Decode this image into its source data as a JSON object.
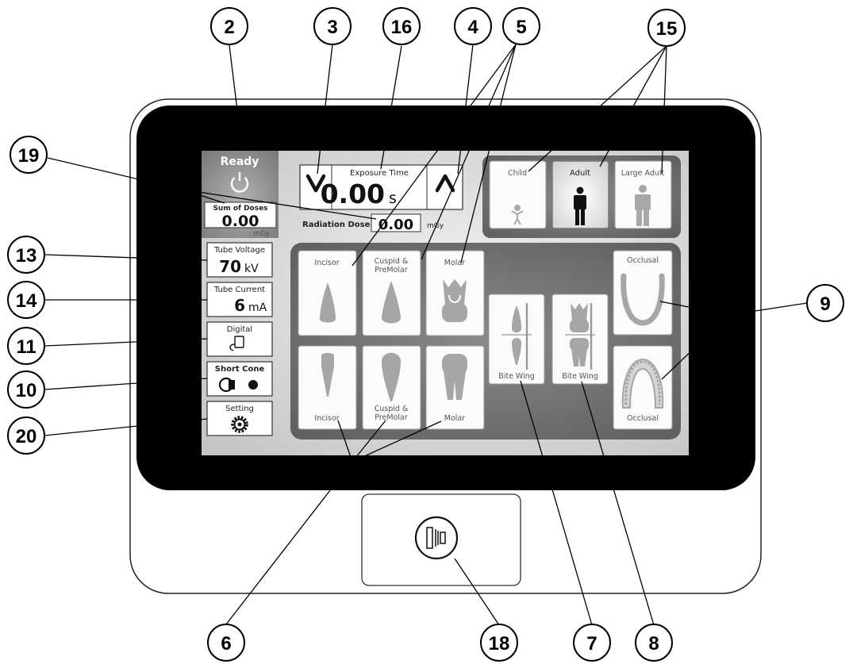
{
  "callouts": [
    "2",
    "3",
    "16",
    "4",
    "5",
    "15",
    "19",
    "13",
    "14",
    "11",
    "10",
    "20",
    "9",
    "6",
    "18",
    "7",
    "8"
  ],
  "status": {
    "label": "Ready"
  },
  "sum_of_doses": {
    "label": "Sum of Doses",
    "value": "0.00",
    "unit": "mGy"
  },
  "exposure": {
    "label": "Exposure Time",
    "value": "0.00",
    "unit": "s"
  },
  "radiation": {
    "label": "Radiation Dose",
    "value": "0.00",
    "unit": "mGy"
  },
  "tube_voltage": {
    "label": "Tube Voltage",
    "value": "70",
    "unit": "kV"
  },
  "tube_current": {
    "label": "Tube Current",
    "value": "6",
    "unit": "mA"
  },
  "digital": {
    "label": "Digital"
  },
  "short_cone": {
    "label": "Short Cone"
  },
  "setting": {
    "label": "Setting"
  },
  "patients": {
    "child": "Child",
    "adult": "Adult",
    "large_adult": "Large Adult"
  },
  "teeth": {
    "upper_incisor": "Incisor",
    "upper_cuspid_1": "Cuspid &",
    "upper_cuspid_2": "PreMolar",
    "upper_molar": "Molar",
    "lower_incisor": "Incisor",
    "lower_cuspid_1": "Cuspid &",
    "lower_cuspid_2": "PreMolar",
    "lower_molar": "Molar",
    "bitewing_1": "Bite Wing",
    "bitewing_2": "Bite Wing",
    "occlusal_upper": "Occlusal",
    "occlusal_lower": "Occlusal"
  },
  "colors": {
    "bezel": "#000000",
    "screen": "#d8d8d8",
    "panel": "#6e6e6e",
    "ready": "#8c8c8c"
  }
}
